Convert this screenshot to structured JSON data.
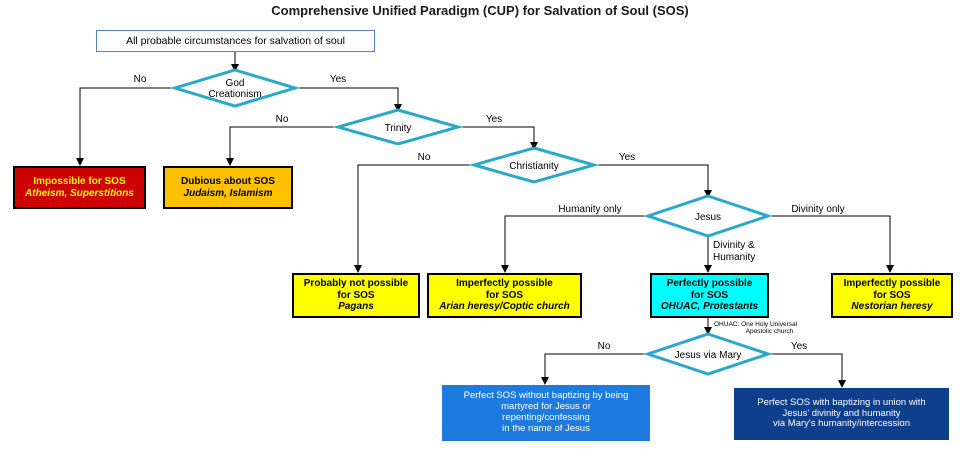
{
  "title": "Comprehensive Unified Paradigm (CUP) for Salvation of Soul (SOS)",
  "start": "All probable circumstances for salvation of soul",
  "decisions": {
    "god": [
      "God",
      "Creationism"
    ],
    "trinity": "Trinity",
    "christianity": "Christianity",
    "jesus": "Jesus",
    "mary": "Jesus via Mary"
  },
  "labels": {
    "god_no": "No",
    "god_yes": "Yes",
    "trinity_no": "No",
    "trinity_yes": "Yes",
    "christianity_no": "No",
    "christianity_yes": "Yes",
    "humanity_only": "Humanity only",
    "divinity_only": "Divinity only",
    "divinity_humanity": [
      "Divinity &",
      "Humanity"
    ],
    "mary_no": "No",
    "mary_yes": "Yes"
  },
  "outcomes": {
    "impossible": {
      "title": "Impossible for SOS",
      "sub": "Atheism, Superstitions"
    },
    "dubious": {
      "title": "Dubious about SOS",
      "sub": "Judaism, Islamism"
    },
    "probably_not": {
      "title1": "Probably not possible",
      "title2": "for SOS",
      "sub": "Pagans"
    },
    "imperfect_arian": {
      "title1": "Imperfectly possible",
      "title2": "for SOS",
      "sub": "Arian heresy/Coptic church"
    },
    "perfect": {
      "title1": "Perfectly possible",
      "title2": "for SOS",
      "sub": "OHUAC, Protestants"
    },
    "imperfect_nestorian": {
      "title1": "Imperfectly possible",
      "title2": "for SOS",
      "sub": "Nestorian heresy"
    },
    "perfect_without": [
      "Perfect SOS without baptizing by being",
      "martyred for Jesus or",
      "repenting/confessing",
      "in the name of Jesus"
    ],
    "perfect_with": [
      "Perfect SOS with baptizing in union with",
      "Jesus' divinity and humanity",
      "via Mary's humanity/intercession"
    ]
  },
  "note": [
    "OHUAC: One Holy Universal",
    "Apostolic church"
  ],
  "colors": {
    "diamond_fill": "#ffffff",
    "diamond_stroke": "#2aa7c9",
    "red": "#cc0000",
    "orange": "#ffc000",
    "yellow": "#ffff00",
    "cyan": "#00ffff",
    "blue_light": "#1f7ae0",
    "blue_dark": "#0e3f8c"
  }
}
